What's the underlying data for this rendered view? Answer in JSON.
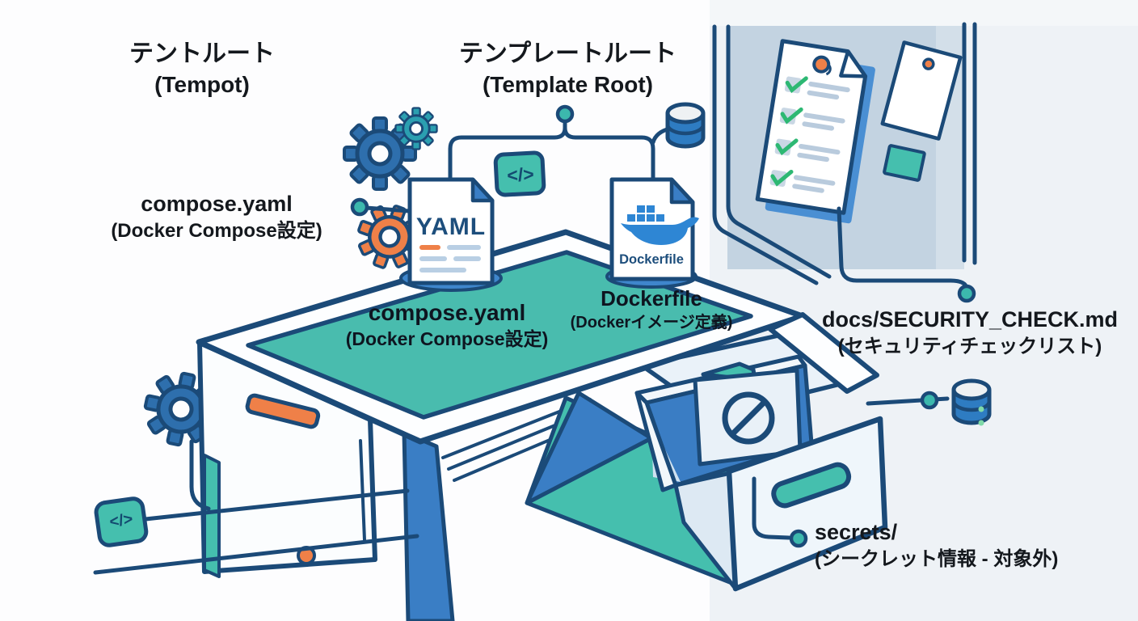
{
  "titles": {
    "left": {
      "line1": "テントルート",
      "line2": "(Tempot)"
    },
    "center": {
      "line1": "テンプレートルート",
      "line2": "(Template Root)"
    }
  },
  "labels": {
    "compose_side": {
      "line1": "compose.yaml",
      "line2": "(Docker Compose設定)"
    },
    "compose_desk": {
      "line1": "compose.yaml",
      "line2": "(Docker Compose設定)"
    },
    "dockerfile_desk": {
      "line1": "Dockerfile",
      "line2": "(Dockerイメージ定義)"
    },
    "docs": {
      "line1": "docs/SECURITY_CHECK.md",
      "line2": "(セキュリティチェックリスト)"
    },
    "secrets": {
      "line1": "secrets/",
      "line2": "(シークレット情報 - 対象外)"
    }
  },
  "file_icons": {
    "yaml_label": "YAML",
    "dockerfile_label": "Dockerfile",
    "code_glyph": "</>"
  },
  "colors": {
    "outline_navy": "#1b4a78",
    "desk_teal": "#49bcae",
    "accent_blue": "#3a7ec5",
    "gear_blue": "#2e6fad",
    "accent_orange": "#ef8048",
    "check_green": "#2db873",
    "board_gray_blue": "#c3d3e1",
    "panel_light": "#eef2f6",
    "shadow_blue": "#4a8fd3",
    "dot_teal": "#3cb8ad"
  }
}
